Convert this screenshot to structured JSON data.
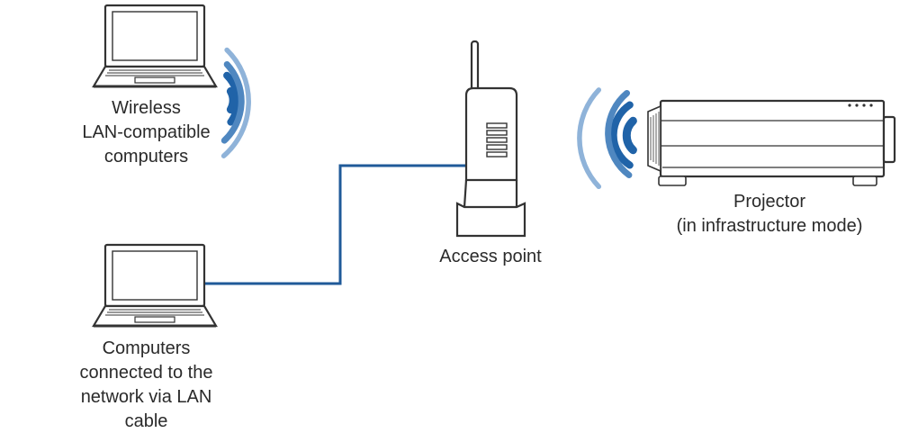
{
  "labels": {
    "wireless_computers": [
      "Wireless",
      "LAN-compatible",
      "computers"
    ],
    "wired_computers": [
      "Computers",
      "connected to the",
      "network via LAN",
      "cable"
    ],
    "access_point": [
      "Access point"
    ],
    "projector": [
      "Projector",
      "(in infrastructure mode)"
    ]
  },
  "colors": {
    "cable": "#1f5a99",
    "wave_dark": "#2063a8",
    "wave_mid": "#4f87c0",
    "wave_light": "#8fb3d9",
    "outline": "#333333"
  },
  "icons": [
    "laptop-icon",
    "wifi-waves-icon",
    "router-icon",
    "projector-icon",
    "lan-cable"
  ]
}
